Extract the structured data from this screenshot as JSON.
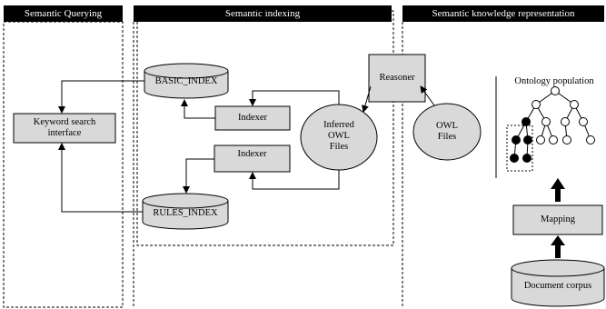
{
  "headers": {
    "querying": "Semantic Querying",
    "indexing": "Semantic indexing",
    "knowledge": "Semantic knowledge representation"
  },
  "nodes": {
    "keyword_search": [
      "Keyword search",
      "interface"
    ],
    "basic_index": "BASIC_INDEX",
    "rules_index": "RULES_INDEX",
    "indexer_top": "Indexer",
    "indexer_bottom": "Indexer",
    "inferred_owl": [
      "Inferred",
      "OWL",
      "Files"
    ],
    "reasoner": "Reasoner",
    "owl_files": [
      "OWL",
      "Files"
    ],
    "ontology_population": "Ontology population",
    "mapping": "Mapping",
    "document_corpus": "Document corpus"
  },
  "colors": {
    "header_bg": "#000000",
    "header_text": "#ffffff",
    "box_fill": "#d9d9d9",
    "line": "#000000"
  }
}
